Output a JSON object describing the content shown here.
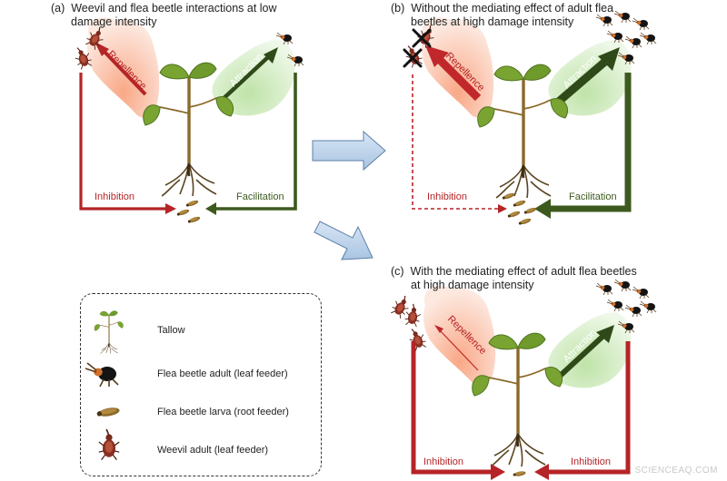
{
  "panels": {
    "a": {
      "label": "(a)",
      "title_line1": "Weevil and flea beetle interactions at low",
      "title_line2": "damage intensity",
      "repellence": "Repellence",
      "attraction": "Attraction",
      "left_link": "Inhibition",
      "right_link": "Facilitation"
    },
    "b": {
      "label": "(b)",
      "title_line1": "Without the mediating effect of adult flea",
      "title_line2": "beetles at high damage intensity",
      "repellence": "Repellence",
      "attraction": "Attraction",
      "left_link": "Inhibition",
      "right_link": "Facilitation"
    },
    "c": {
      "label": "(c)",
      "title_line1": "With the mediating effect of adult flea beetles",
      "title_line2": "at high damage intensity",
      "repellence": "Repellence",
      "attraction": "Attraction",
      "left_link": "Inhibition",
      "right_link": "Inhibition"
    }
  },
  "legend": {
    "items": [
      {
        "label": "Tallow",
        "icon": "tallow-seedling-icon"
      },
      {
        "label": "Flea beetle adult (leaf feeder)",
        "icon": "flea-beetle-adult-icon"
      },
      {
        "label": "Flea beetle larva (root feeder)",
        "icon": "flea-beetle-larva-icon"
      },
      {
        "label": "Weevil adult (leaf feeder)",
        "icon": "weevil-adult-icon"
      }
    ]
  },
  "watermark": "SCIENCEAQ.COM",
  "colors": {
    "inhibition": "#b52427",
    "facilitation": "#3c5a1e",
    "repellence_cloud": "#f8c7ad",
    "attraction_cloud": "#cde9bc",
    "process_arrow": "#bcd3ea",
    "stem": "#8a6a2a",
    "leaf": "#6f9a2c"
  }
}
